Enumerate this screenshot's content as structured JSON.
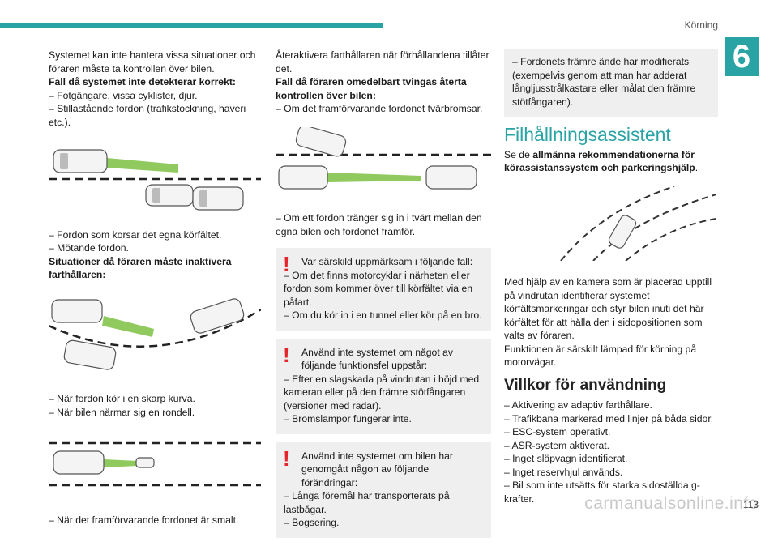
{
  "header": {
    "section": "Körning",
    "chapter": "6"
  },
  "col1": {
    "p1": "Systemet kan inte hantera vissa situationer och föraren måste ta kontrollen över bilen.",
    "h1": "Fall då systemet inte detekterar korrekt:",
    "l1": "–  Fotgängare, vissa cyklister, djur.",
    "l2": "–  Stillastående fordon (trafikstockning, haveri etc.).",
    "l3": "–  Fordon som korsar det egna körfältet.",
    "l4": "–  Mötande fordon.",
    "h2": "Situationer då föraren måste inaktivera farthållaren:",
    "l5": "–  När fordon kör i en skarp kurva.",
    "l6": "–  När bilen närmar sig en rondell.",
    "l7": "–  När det framförvarande fordonet är smalt."
  },
  "col2": {
    "p1": "Återaktivera farthållaren när förhållandena tillåter det.",
    "h1": "Fall då föraren omedelbart tvingas återta kontrollen över bilen:",
    "l1": "–  Om det framförvarande fordonet tvärbromsar.",
    "l2": "–  Om ett fordon tränger sig in i tvärt mellan den egna bilen och fordonet framför.",
    "w1a": "Var särskild uppmärksam i följande fall:",
    "w1b": "–  Om det finns motorcyklar i närheten eller fordon som kommer över till körfältet via en påfart.",
    "w1c": "–  Om du kör in i en tunnel eller kör på en bro.",
    "w2a": "Använd inte systemet om något av följande funktionsfel uppstår:",
    "w2b": "–  Efter en slagskada på vindrutan i höjd med kameran eller på den främre stötfångaren (versioner med radar).",
    "w2c": "–  Bromslampor fungerar inte.",
    "w3a": "Använd inte systemet om bilen har genomgått någon av följande förändringar:",
    "w3b": "–  Långa föremål har transporterats på lastbågar.",
    "w3c": "–  Bogsering."
  },
  "col3": {
    "box": "–  Fordonets främre ände har modifierats (exempelvis genom att man har adderat långljusstrålkastare eller målat den främre stötfångaren).",
    "title": "Filhållningsassistent",
    "see_pre": "Se de ",
    "see_bold": "allmänna rekommendationerna för körassistanssystem och parkeringshjälp",
    "see_post": ".",
    "p1": "Med hjälp av en kamera som är placerad upptill på vindrutan identifierar systemet körfältsmarkeringar och styr bilen inuti det här körfältet för att hålla den i sidopositionen som valts av föraren.",
    "p2": "Funktionen är särskilt lämpad för körning på motorvägar.",
    "h2": "Villkor för användning",
    "c1": "–  Aktivering av adaptiv farthållare.",
    "c2": "–  Trafikbana markerad med linjer på båda sidor.",
    "c3": "–  ESC-system operativt.",
    "c4": "–  ASR-system aktiverat.",
    "c5": "–  Inget släpvagn identifierat.",
    "c6": "–  Inget reservhjul används.",
    "c7": "–  Bil som inte utsätts för starka sidoställda g-krafter."
  },
  "footer": {
    "page": "113",
    "watermark": "carmanualsonline.info"
  },
  "colors": {
    "accent": "#2aa3a5",
    "warning": "#e3262b",
    "beam": "#7cc142"
  }
}
